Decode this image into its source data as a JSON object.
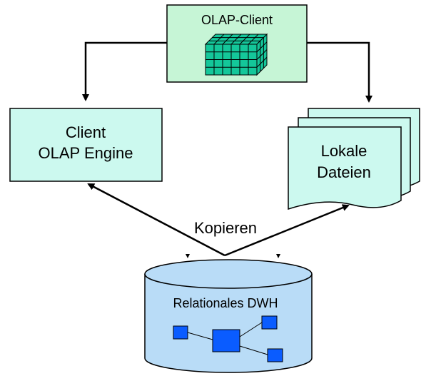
{
  "nodes": {
    "olap_client": {
      "label": "OLAP-Client",
      "icon": "cube-icon",
      "fill": "#c6f5d6"
    },
    "client_engine": {
      "line1": "Client",
      "line2": "OLAP Engine",
      "fill": "#ccf9ef"
    },
    "local_files": {
      "line1": "Lokale",
      "line2": "Dateien",
      "icon": "document-stack-icon",
      "fill": "#ccf9ef"
    },
    "dwh": {
      "label": "Relationales DWH",
      "icon": "database-cylinder-icon",
      "fill": "#b9dcf7",
      "schema_fill": "#0a5cff"
    }
  },
  "edges": {
    "copy_label": "Kopieren"
  },
  "colors": {
    "cube": "#14c79a",
    "stroke": "#000000"
  }
}
